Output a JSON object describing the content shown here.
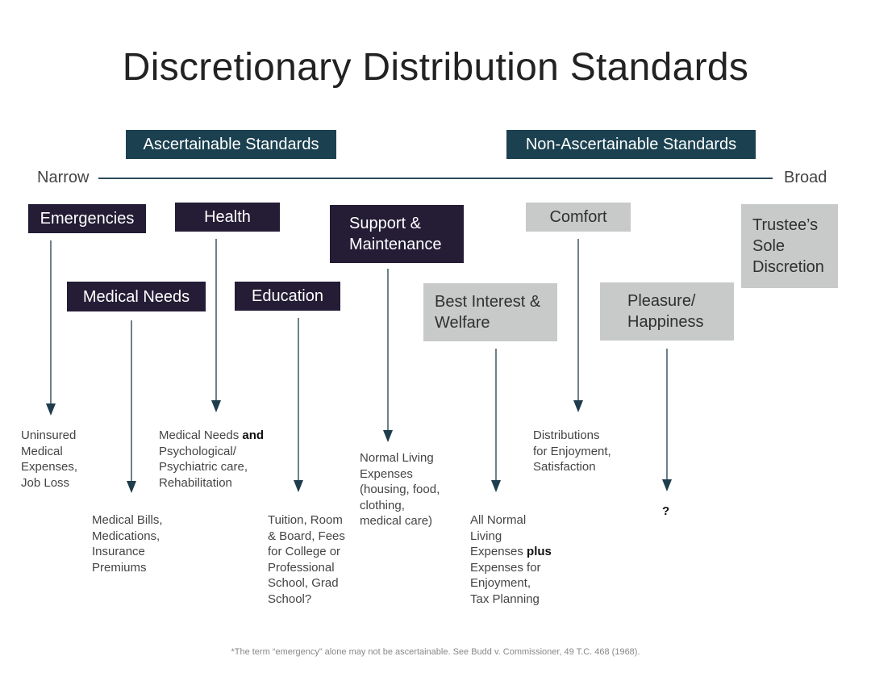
{
  "title": "Discretionary Distribution Standards",
  "headers": {
    "ascertainable": "Ascertainable Standards",
    "non_ascertainable": "Non-Ascertainable Standards"
  },
  "axis": {
    "narrow": "Narrow",
    "broad": "Broad"
  },
  "boxes": {
    "emergencies": "Emergencies",
    "health": "Health",
    "medical_needs": "Medical Needs",
    "education": "Education",
    "support_maintenance": "Support &\nMaintenance",
    "comfort": "Comfort",
    "best_interest": "Best Interest &\nWelfare",
    "pleasure": "Pleasure/\nHappiness",
    "trustee": "Trustee’s\nSole\nDiscretion"
  },
  "descriptions": {
    "emergencies": "Uninsured\nMedical\nExpenses,\nJob Loss",
    "medical_needs": "Medical Bills,\nMedications,\nInsurance\nPremiums",
    "health_pre": "Medical Needs ",
    "health_bold": "and",
    "health_post": "\nPsychological/\nPsychiatric care,\nRehabilitation",
    "education": "Tuition, Room\n& Board, Fees\nfor College or\nProfessional\nSchool, Grad\nSchool?",
    "support_maintenance": "Normal Living\nExpenses\n(housing, food,\nclothing,\nmedical care)",
    "best_interest_pre": "All Normal\nLiving\nExpenses ",
    "best_interest_bold": "plus",
    "best_interest_post": "\nExpenses for\nEnjoyment,\nTax Planning",
    "comfort": "Distributions\nfor Enjoyment,\nSatisfaction",
    "pleasure": "?"
  },
  "footnote": "*The term “emergency” alone may not be ascertainable.  See Budd v. Commissioner, 49 T.C. 468 (1968).",
  "colors": {
    "header": "#1b4150",
    "dark_box": "#241d35",
    "grey_box": "#c8c9c9",
    "arrow": "#1f3d4c"
  }
}
